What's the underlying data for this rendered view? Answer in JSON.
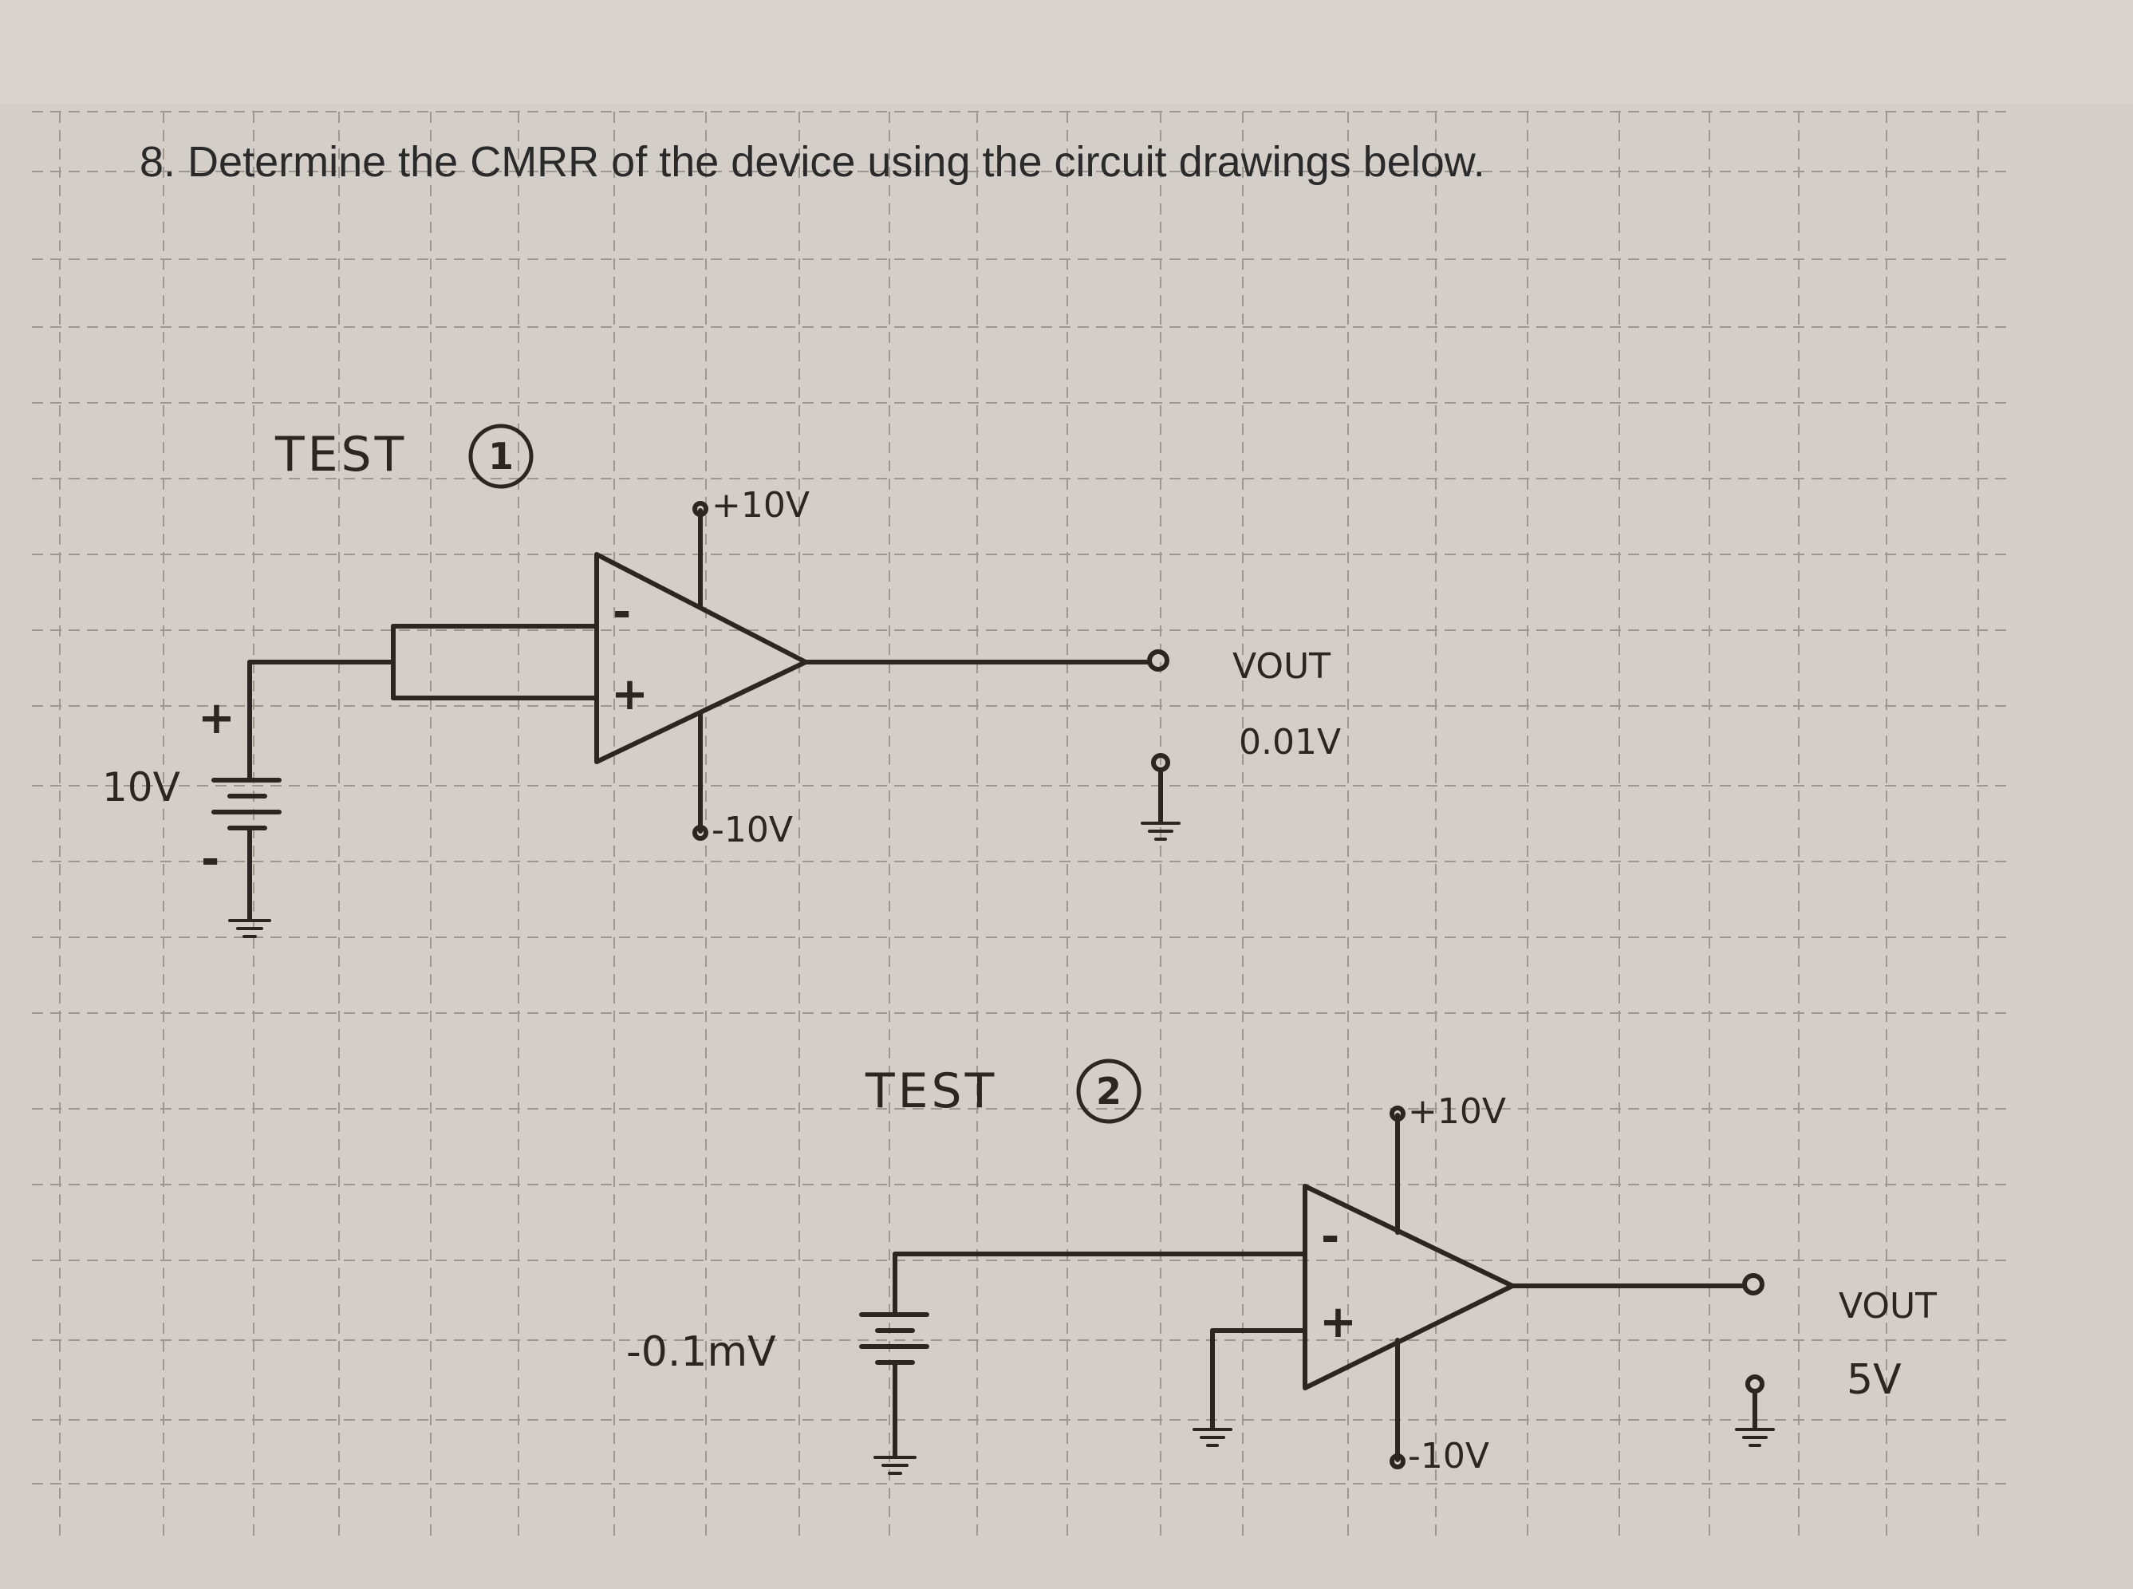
{
  "question": {
    "text": "8. Determine the CMRR of the device using the circuit drawings below."
  },
  "test1": {
    "title": "TEST",
    "number": "1",
    "source_voltage": "10V",
    "source_plus": "+",
    "source_minus": "-",
    "supply_positive": "+10V",
    "supply_negative": "-10V",
    "input_inverting": "-",
    "input_noninverting": "+",
    "output_label": "VOUT",
    "output_value": "0.01V"
  },
  "test2": {
    "title": "TEST",
    "number": "2",
    "source_voltage": "-0.1mV",
    "supply_positive": "+10V",
    "supply_negative": "-10V",
    "input_inverting": "-",
    "input_noninverting": "+",
    "output_label": "VOUT",
    "output_value": "5V"
  },
  "colors": {
    "paper": "#d8d3cc",
    "ink": "#2b2621",
    "grid": "#9d978f"
  }
}
